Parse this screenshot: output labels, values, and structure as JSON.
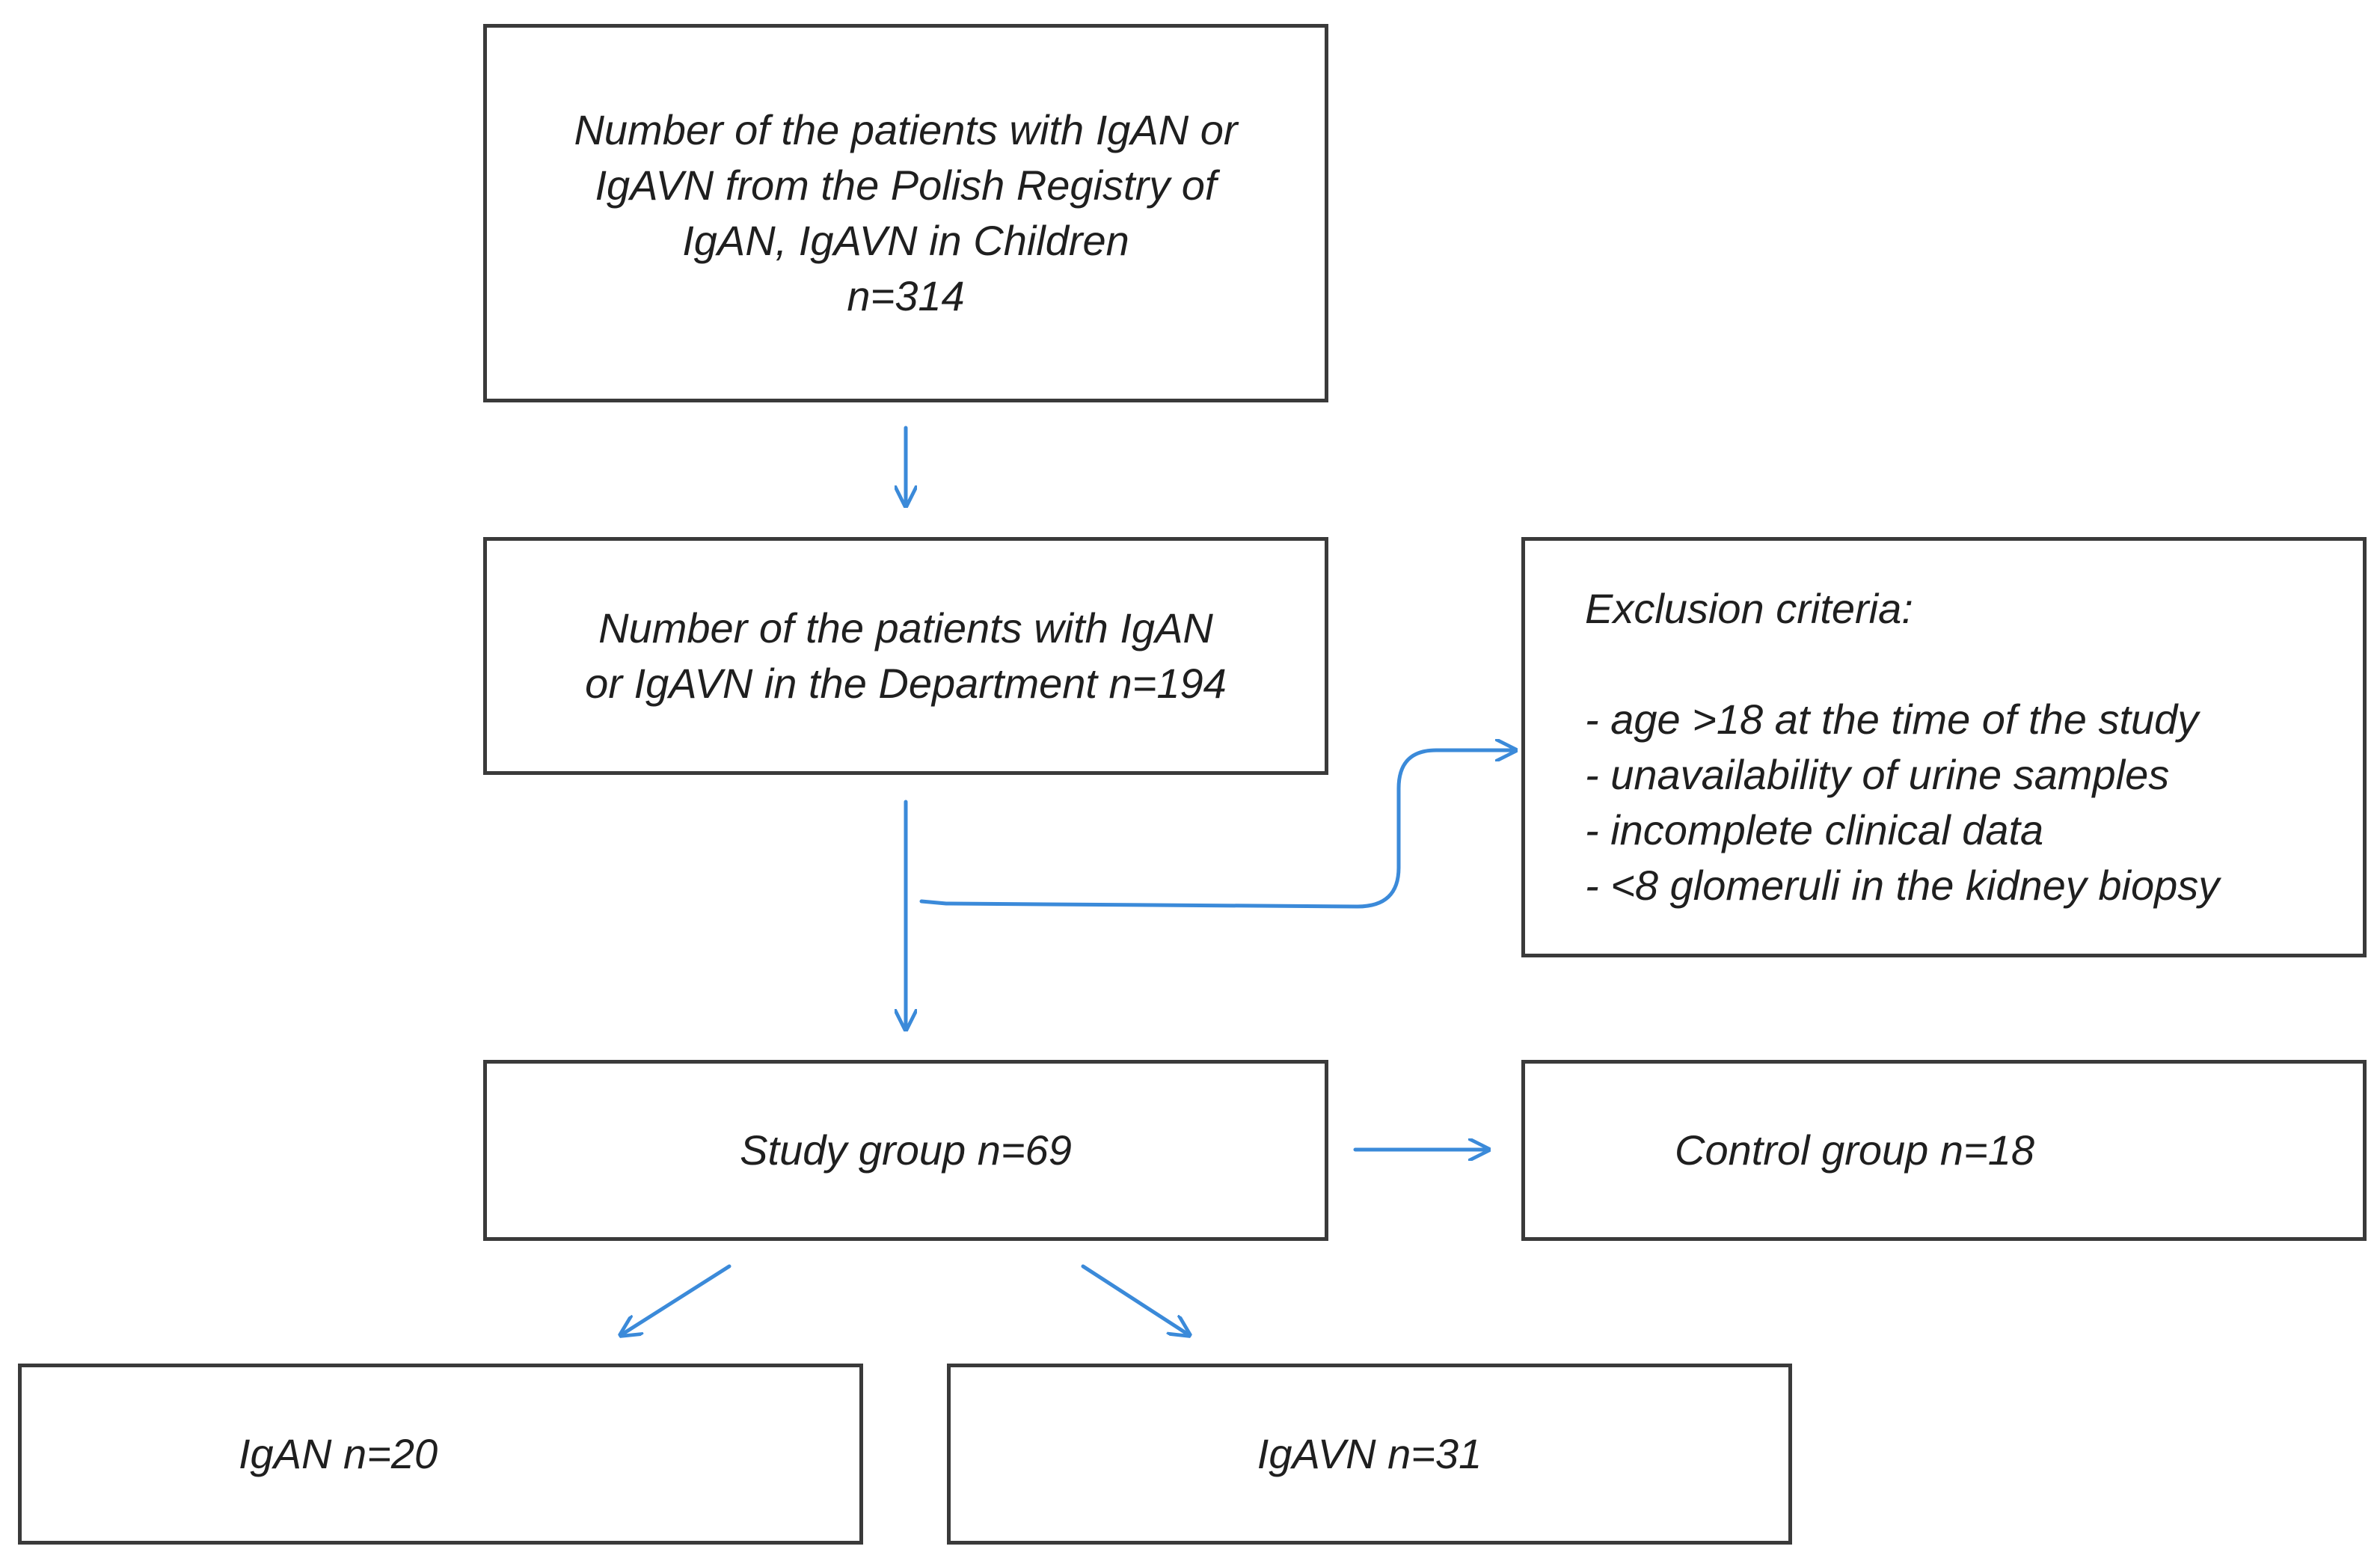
{
  "colors": {
    "box_border": "#3a3a3a",
    "text": "#1f1f1f",
    "arrow": "#3b8ad9",
    "background": "#ffffff"
  },
  "nodes": {
    "registry": {
      "lines": [
        "Number of the patients with IgAN or",
        "IgAVN from the Polish Registry of",
        "IgAN, IgAVN in Children",
        "n=314"
      ]
    },
    "department": {
      "lines": [
        "Number of the patients with IgAN",
        "or IgAVN in the Department n=194"
      ]
    },
    "exclusion": {
      "title": "Exclusion criteria:",
      "items": [
        "- age >18 at the time of the study",
        "- unavailability of urine samples",
        "- incomplete clinical data",
        "- <8 glomeruli in the kidney biopsy"
      ]
    },
    "study": {
      "label": "Study group n=69"
    },
    "control": {
      "label": "Control group n=18"
    },
    "igan": {
      "label": "IgAN n=20"
    },
    "igavn": {
      "label": "IgAVN n=31"
    }
  }
}
